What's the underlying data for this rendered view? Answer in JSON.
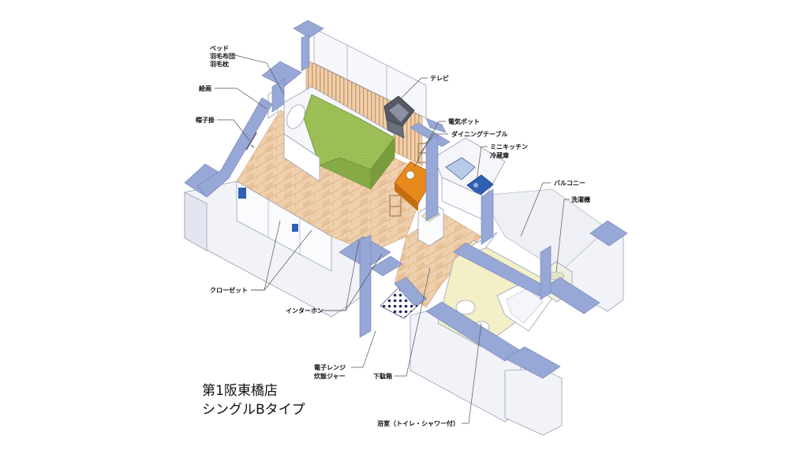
{
  "title": {
    "line1": "第1阪東橋店",
    "line2": "シングルBタイプ"
  },
  "labels": {
    "bed": [
      "ベッド",
      "羽毛布団",
      "羽毛枕"
    ],
    "painting": "絵画",
    "hat_hanger": "帽子掛",
    "tv": "テレビ",
    "kettle": "電気ポット",
    "dining_table": "ダイニングテーブル",
    "mini_kitchen": [
      "ミニキッチン",
      "冷蔵庫"
    ],
    "balcony": "バルコニー",
    "washing_machine": "洗濯機",
    "closet": "クローゼット",
    "intercom": "インターホン",
    "microwave": [
      "電子レンジ",
      "炊飯ジャー"
    ],
    "shoe_box": "下駄箱",
    "bathroom": "浴室（トイレ・シャワー付）"
  },
  "colors": {
    "wall_top": "#97a7d6",
    "wall_side": "#f2f3f8",
    "floor_wood": "#f0d0ac",
    "bed": "#9dc057",
    "table": "#e8891c",
    "sink": "#2f5fb3",
    "bath_floor": "#f3efc7"
  }
}
